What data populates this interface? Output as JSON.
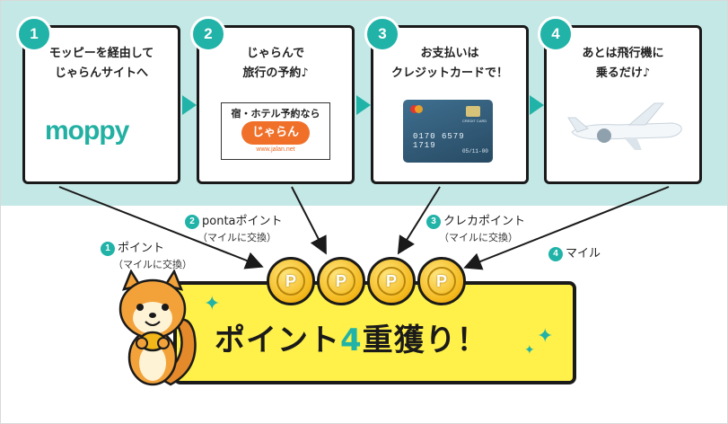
{
  "steps": [
    {
      "number": "1",
      "text": "モッピーを経由して\nじゃらんサイトへ",
      "logo": "moppy"
    },
    {
      "number": "2",
      "text": "じゃらんで\n旅行の予約♪",
      "logo_title": "宿・ホテル予約なら",
      "logo_name": "じゃらん",
      "logo_url": "www.jalan.net"
    },
    {
      "number": "3",
      "text": "お支払いは\nクレジットカードで！",
      "card_label": "CREDIT CARD",
      "card_number": "0170 6579 1719",
      "card_expiry": "05/11-00"
    },
    {
      "number": "4",
      "text": "あとは飛行機に\n乗るだけ♪"
    }
  ],
  "points": [
    {
      "number": "1",
      "label": "ポイント",
      "sub": "（マイルに交換）"
    },
    {
      "number": "2",
      "label": "pontaポイント",
      "sub": "（マイルに交換）"
    },
    {
      "number": "3",
      "label": "クレカポイント",
      "sub": "（マイルに交換）"
    },
    {
      "number": "4",
      "label": "マイル",
      "sub": ""
    }
  ],
  "coin_letter": "P",
  "banner": {
    "prefix": "ポイント",
    "highlight": "4",
    "suffix": "重獲り！"
  },
  "colors": {
    "teal": "#21b3a8",
    "band": "#c4e8e6",
    "yellow": "#fff04a",
    "coin": "#f3b618",
    "moppy": "#22b0a3",
    "jalan": "#f0702a"
  }
}
